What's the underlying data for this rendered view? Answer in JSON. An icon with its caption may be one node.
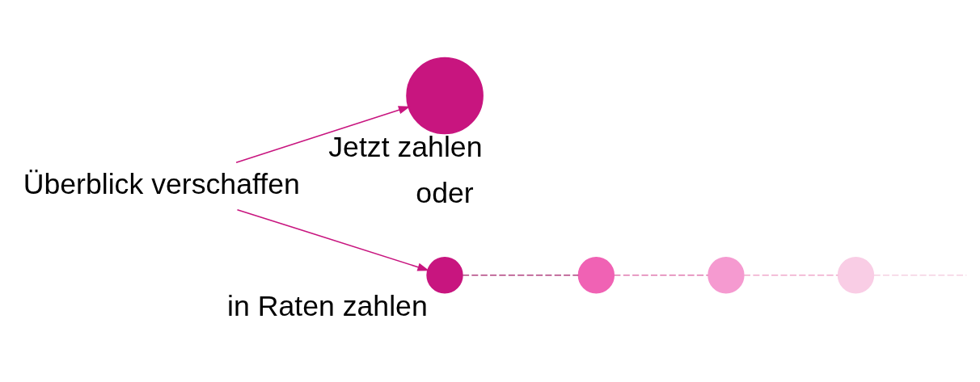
{
  "diagram": {
    "nodes": [
      {
        "text": [
          "Überblick verschaffen"
        ]
      },
      {
        "text": [
          "Jetzt zahlen"
        ]
      },
      {
        "text": [
          "in Raten zahlen"
        ]
      },
      {
        "text": [],
        "shape": "circle"
      },
      {
        "text": [],
        "shape": "circle"
      },
      {
        "text": [],
        "shape": "circle"
      }
    ],
    "edges": [
      {
        "from": 0,
        "to": 1,
        "arrow": "to"
      },
      {
        "from": 0,
        "to": 2,
        "arrow": "to"
      },
      {
        "from": 2,
        "to": 3,
        "arrow": "none",
        "style": "dashed",
        "color": "#b0407f"
      },
      {
        "from": 3,
        "to": 4,
        "arrow": "none",
        "style": "dashed",
        "color": "#e07ab0"
      },
      {
        "from": 4,
        "to": 5,
        "arrow": "none",
        "style": "dashed",
        "color": "#f0a8cc"
      },
      {
        "from": 5,
        "to": null,
        "arrow": "none",
        "style": "dashed",
        "color": "#f5d0e2"
      }
    ],
    "labels": [
      "oder"
    ]
  }
}
